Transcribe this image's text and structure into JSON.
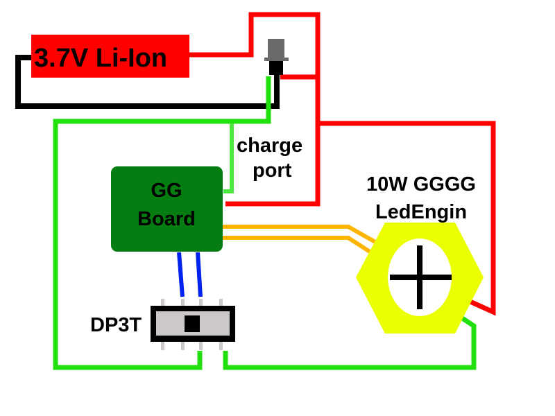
{
  "diagram": {
    "type": "wiring-schematic",
    "colors": {
      "battery_fill": "#ff0000",
      "positive_wire": "#ff0000",
      "negative_wire": "#000000",
      "ground_wire": "#22e010",
      "ground_wire_light": "#4ee640",
      "switch_wire": "#0022ee",
      "led_wire": "#ffb400",
      "board_fill": "#067d10",
      "led_fill": "#eaff00",
      "switch_body": "#000000",
      "switch_inner": "#cdc8c8",
      "pin": "#cdc8c8",
      "port_cap": "#6a6a6a"
    },
    "components": {
      "battery": {
        "label": "3.7V Li-Ion"
      },
      "charge_port": {
        "label_line1": "charge",
        "label_line2": "port"
      },
      "board": {
        "label_line1": "GG",
        "label_line2": "Board"
      },
      "led": {
        "label_line1": "10W GGGG",
        "label_line2": "LedEngin",
        "icon": "crosshair-icon"
      },
      "switch": {
        "label": "DP3T"
      }
    },
    "wires": [
      {
        "name": "battery-positive-to-port",
        "color": "positive_wire"
      },
      {
        "name": "port-positive-to-board",
        "color": "positive_wire"
      },
      {
        "name": "port-positive-to-led",
        "color": "positive_wire"
      },
      {
        "name": "battery-negative-to-port",
        "color": "negative_wire"
      },
      {
        "name": "port-ground-loop",
        "color": "ground_wire"
      },
      {
        "name": "board-ground",
        "color": "ground_wire_light"
      },
      {
        "name": "switch-to-board-a",
        "color": "switch_wire"
      },
      {
        "name": "switch-to-board-b",
        "color": "switch_wire"
      },
      {
        "name": "board-to-led-a",
        "color": "led_wire"
      },
      {
        "name": "board-to-led-b",
        "color": "led_wire"
      },
      {
        "name": "switch-to-led-ground",
        "color": "ground_wire"
      }
    ]
  }
}
